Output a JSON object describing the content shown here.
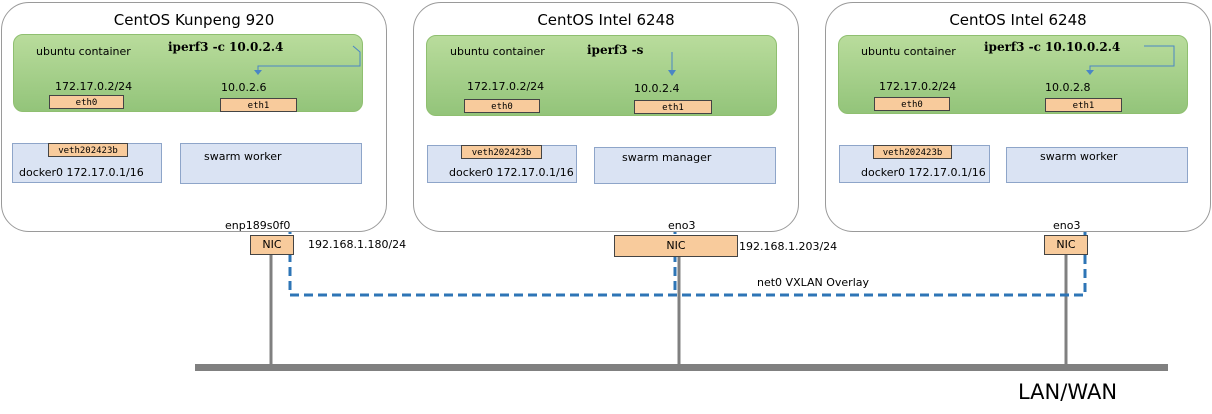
{
  "hosts": [
    {
      "title": "CentOS Kunpeng 920",
      "container_label": "ubuntu container",
      "command": "iperf3 -c 10.0.2.4",
      "eth0_ip": "172.17.0.2/24",
      "eth0": "eth0",
      "eth1_ip": "10.0.2.6",
      "eth1": "eth1",
      "veth": "veth202423b",
      "docker0": "docker0 172.17.0.1/16",
      "swarm_role": "swarm worker",
      "nic_name": "enp189s0f0",
      "nic": "NIC",
      "nic_ip": "192.168.1.180/24"
    },
    {
      "title": "CentOS Intel 6248",
      "container_label": "ubuntu container",
      "command": "iperf3 -s",
      "eth0_ip": "172.17.0.2/24",
      "eth0": "eth0",
      "eth1_ip": "10.0.2.4",
      "eth1": "eth1",
      "veth": "veth202423b",
      "docker0": "docker0 172.17.0.1/16",
      "swarm_role": "swarm manager",
      "nic_name": "eno3",
      "nic": "NIC",
      "nic_ip": "192.168.1.203/24"
    },
    {
      "title": "CentOS Intel 6248",
      "container_label": "ubuntu container",
      "command": "iperf3 -c 10.10.0.2.4",
      "eth0_ip": "172.17.0.2/24",
      "eth0": "eth0",
      "eth1_ip": "10.0.2.8",
      "eth1": "eth1",
      "veth": "veth202423b",
      "docker0": "docker0 172.17.0.1/16",
      "swarm_role": "swarm worker",
      "nic_name": "eno3",
      "nic": "NIC",
      "nic_ip": ""
    }
  ],
  "overlay_label": "net0 VXLAN Overlay",
  "lan_label": "LAN/WAN",
  "colors": {
    "container": "#a9d18e",
    "interface": "#f8cb9c",
    "swarm_box": "#dae3f3",
    "overlay": "#2e75b6",
    "lan_bar": "#808080"
  }
}
